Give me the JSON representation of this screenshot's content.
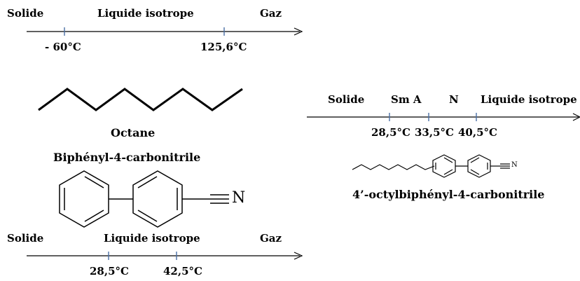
{
  "colors": {
    "ink": "#000000",
    "tick": "#4a6fa5",
    "background": "#ffffff"
  },
  "octane": {
    "name": "Octane",
    "phase_labels": [
      "Solide",
      "Liquide isotrope",
      "Gaz"
    ],
    "temperatures": [
      "- 60°C",
      "125,6°C"
    ]
  },
  "biphenyl_carbonitrile": {
    "name": "Biphényl-4-carbonitrile",
    "nitrogen": "N",
    "phase_labels": [
      "Solide",
      "Liquide isotrope",
      "Gaz"
    ],
    "temperatures": [
      "28,5°C",
      "42,5°C"
    ]
  },
  "octylbiphenyl_carbonitrile": {
    "name": "4’-octylbiphényl-4-carbonitrile",
    "nitrogen": "N",
    "phase_labels": [
      "Solide",
      "Sm A",
      "N",
      "Liquide isotrope"
    ],
    "temperatures": [
      "28,5°C",
      "33,5°C",
      "40,5°C"
    ]
  }
}
